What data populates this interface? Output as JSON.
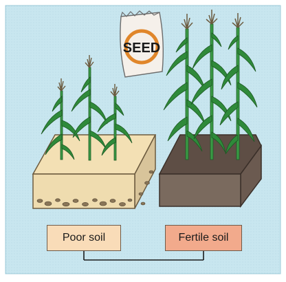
{
  "seed_bag": {
    "text": "SEED"
  },
  "labels": {
    "poor": "Poor soil",
    "fertile": "Fertile soil"
  },
  "colors": {
    "background": "#c8e6ef",
    "poor_soil": "#f4e2b8",
    "fertile_soil": "#6e5a4e",
    "plant": "#2f8a3a",
    "poor_label_box": "#f9dcb8",
    "fertile_label_box": "#f2aa8c"
  }
}
